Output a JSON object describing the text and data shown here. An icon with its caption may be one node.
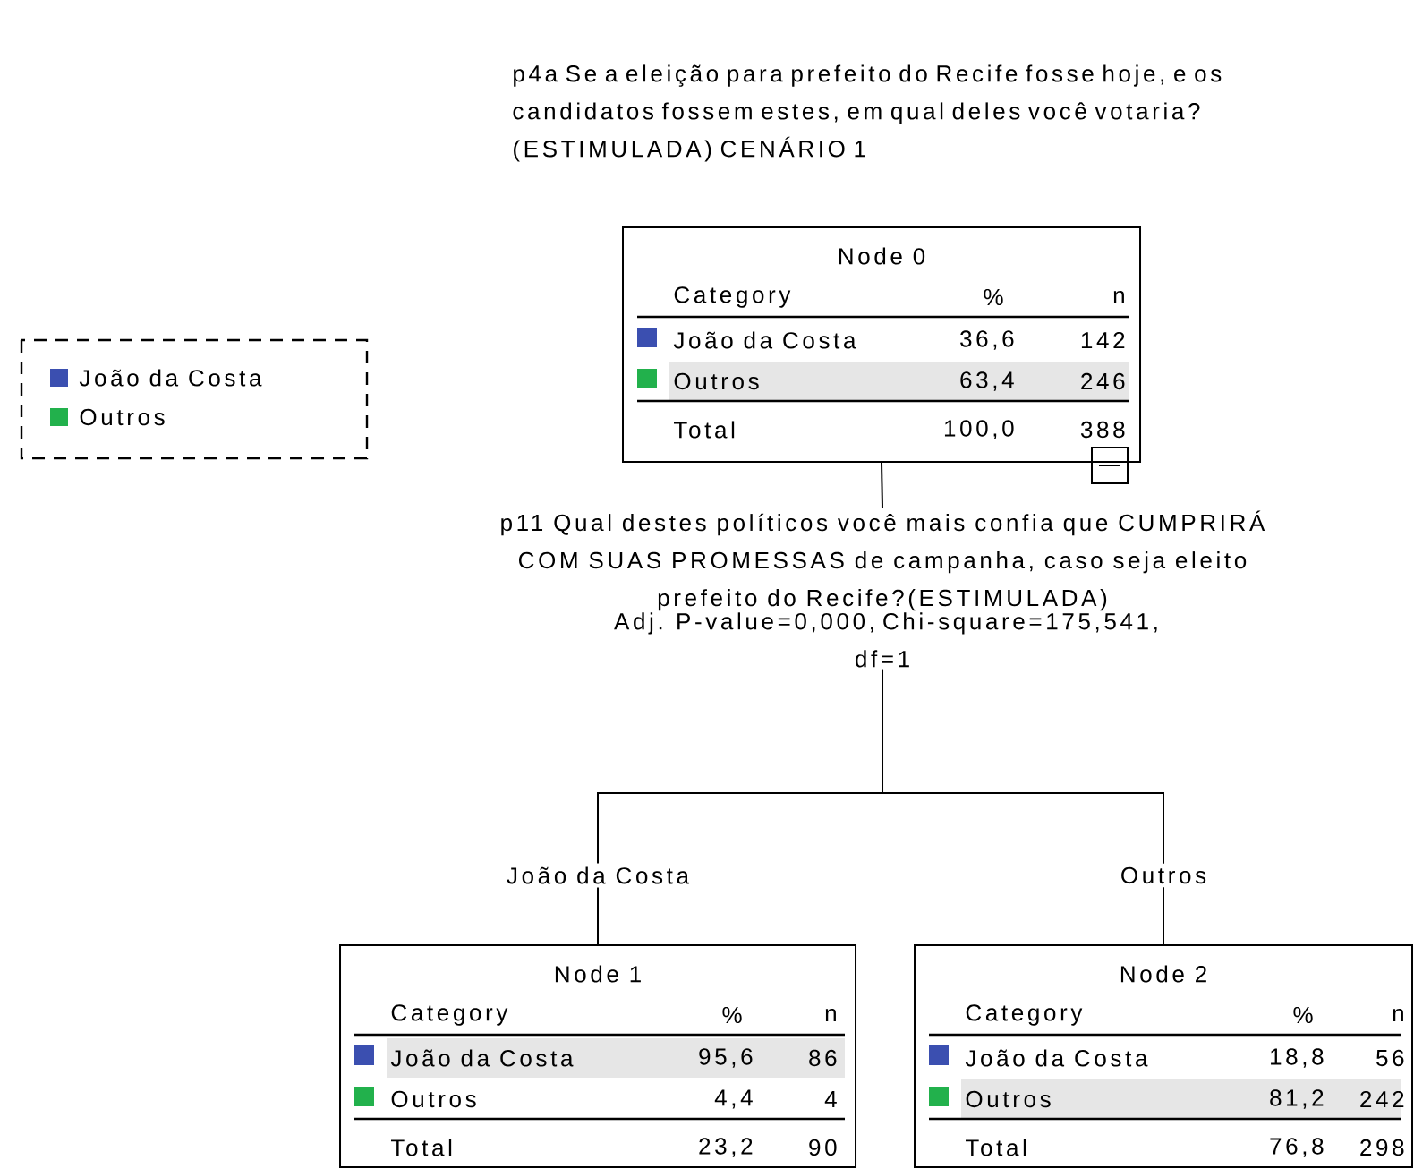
{
  "diagram": {
    "title": "p4a Se a eleição para prefeito do Recife fosse hoje, e os candidatos fossem estes, em qual deles você votaria? (ESTIMULADA) CENÁRIO 1",
    "nodes": [
      {
        "text": [
          "Node 0",
          "Category",
          "%",
          "n",
          "João da Costa",
          "36,6",
          "142",
          "Outros",
          "63,4",
          "246",
          "Total",
          "100,0",
          "388"
        ]
      },
      {
        "text": [
          "p11 Qual destes políticos você mais confia que CUMPRIRÁ COM SUAS PROMESSAS de campanha, caso seja eleito prefeito do Recife?(ESTIMULADA)",
          "Adj. P-value=0,000, Chi-square=175,541, df=1"
        ]
      },
      {
        "text": [
          "Node 1",
          "Category",
          "%",
          "n",
          "João da Costa",
          "95,6",
          "86",
          "Outros",
          "4,4",
          "4",
          "Total",
          "23,2",
          "90"
        ]
      },
      {
        "text": [
          "Node 2",
          "Category",
          "%",
          "n",
          "João da Costa",
          "18,8",
          "56",
          "Outros",
          "81,2",
          "242",
          "Total",
          "76,8",
          "298"
        ]
      }
    ],
    "edges": [
      {
        "from": 0,
        "to": 1,
        "arrow": "none"
      },
      {
        "from": 1,
        "to": 2,
        "arrow": "none",
        "label": "João da Costa"
      },
      {
        "from": 1,
        "to": 3,
        "arrow": "none",
        "label": "Outros"
      }
    ],
    "legend": [
      {
        "text": "João da Costa",
        "color": "#3b4fb0"
      },
      {
        "text": "Outros",
        "color": "#22b14c"
      }
    ]
  }
}
